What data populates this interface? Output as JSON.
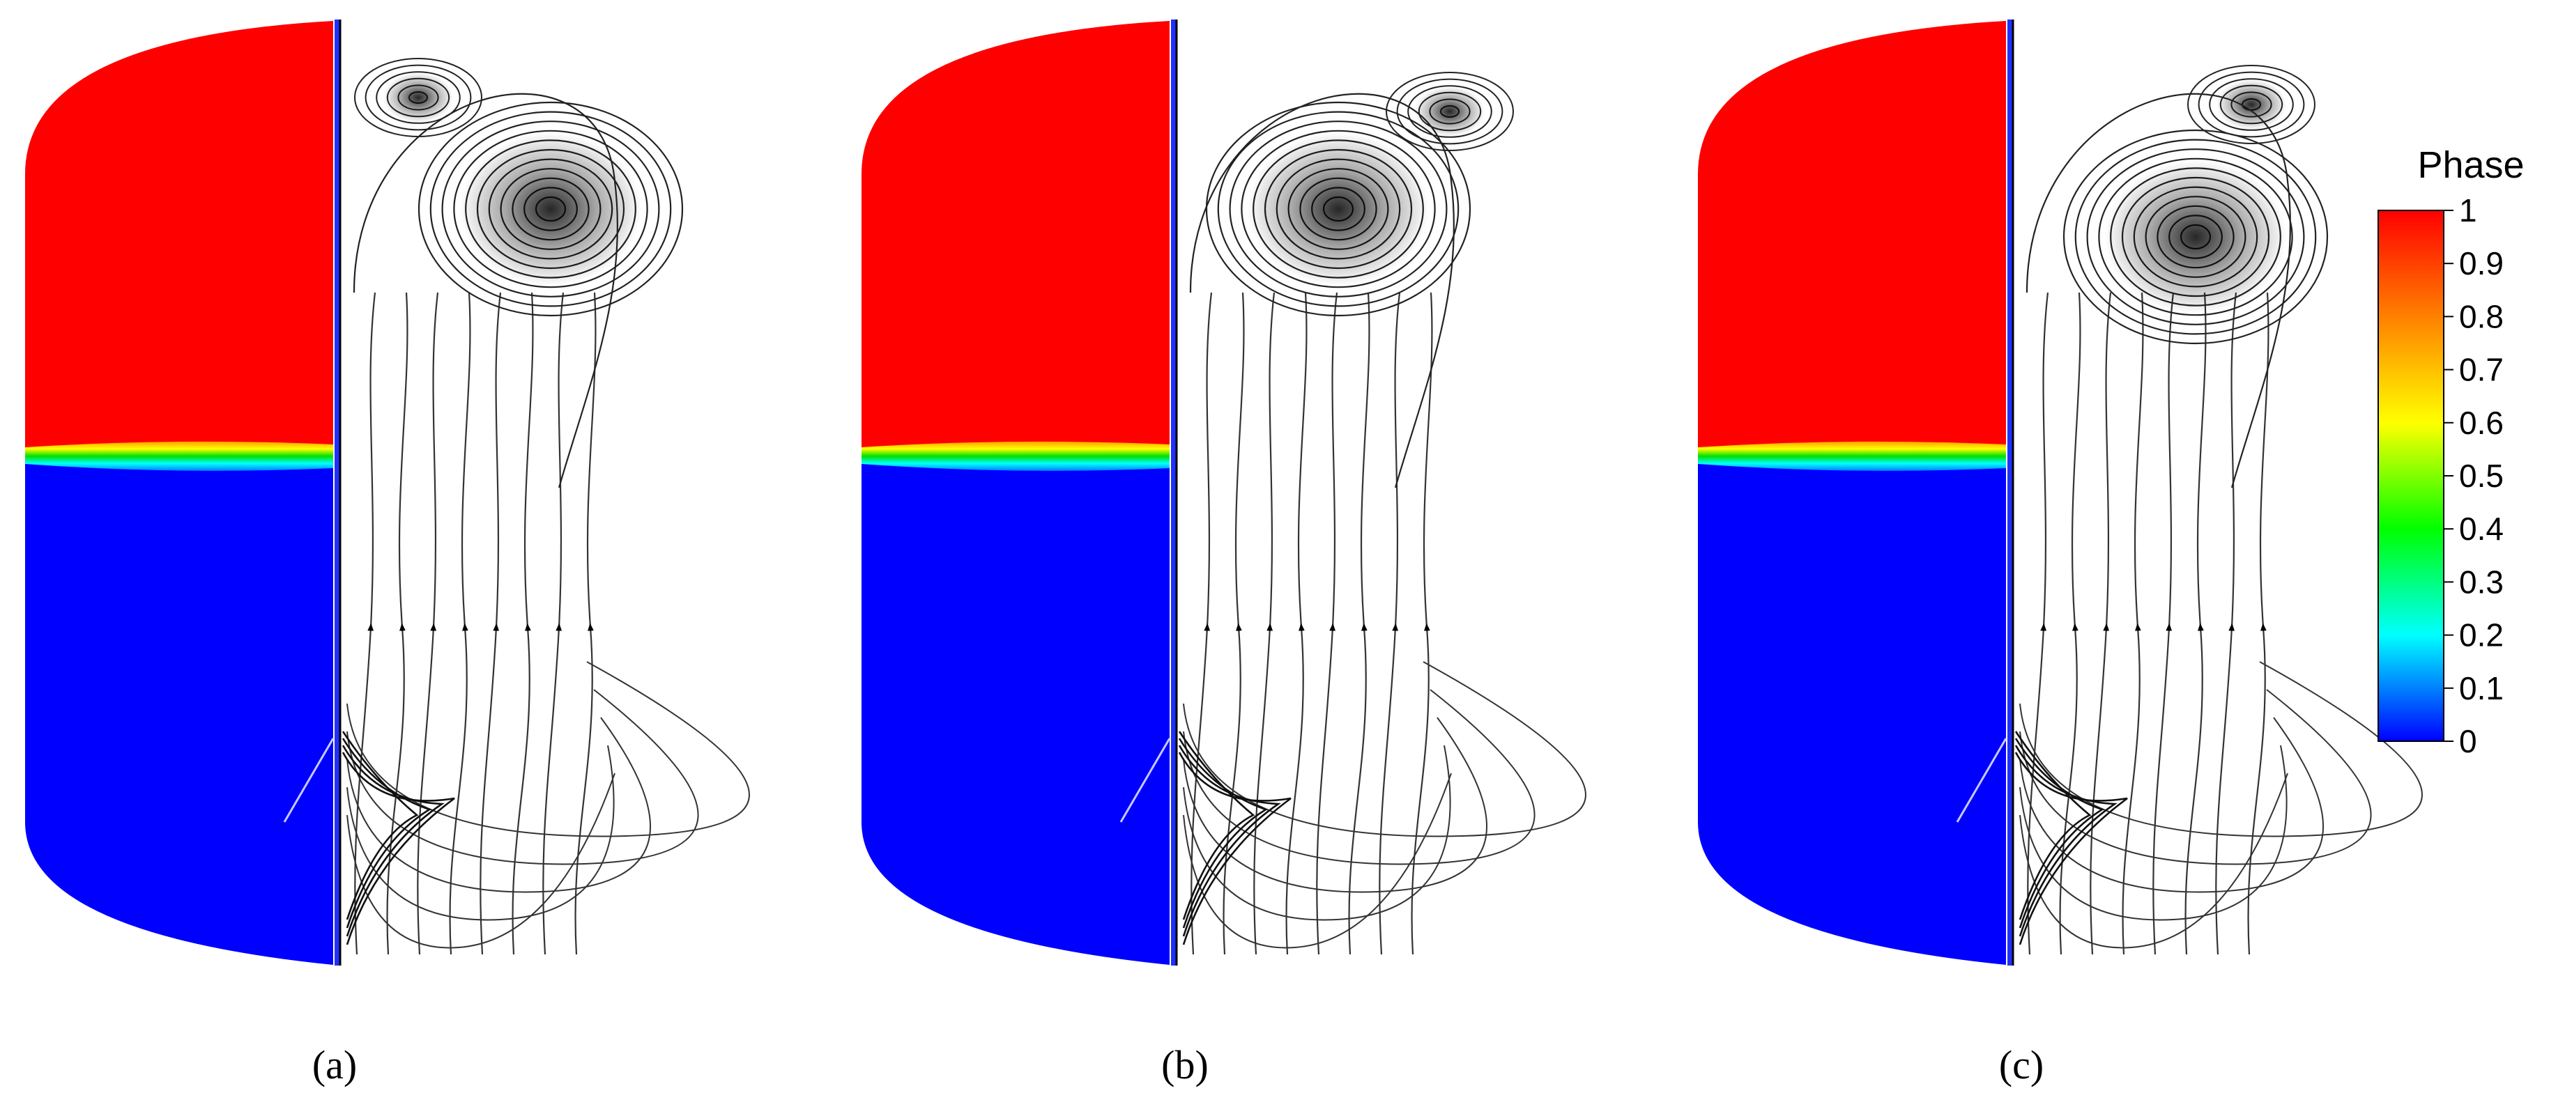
{
  "panels": [
    {
      "label": "(a)",
      "interface_fraction": 0.45
    },
    {
      "label": "(b)",
      "interface_fraction": 0.45
    },
    {
      "label": "(c)",
      "interface_fraction": 0.45
    }
  ],
  "colorbar": {
    "title": "Phase",
    "ticks": [
      "1",
      "0.9",
      "0.8",
      "0.7",
      "0.6",
      "0.5",
      "0.4",
      "0.3",
      "0.2",
      "0.1",
      "0"
    ],
    "stops": [
      "#0000ff",
      "#0080ff",
      "#00ffff",
      "#00ff80",
      "#00ff00",
      "#80ff00",
      "#ffff00",
      "#ffc000",
      "#ff8000",
      "#ff4000",
      "#ff0000"
    ],
    "upper_phase_color": "#ff0000",
    "lower_phase_color": "#0000ff",
    "streamline_color": "#000000"
  }
}
